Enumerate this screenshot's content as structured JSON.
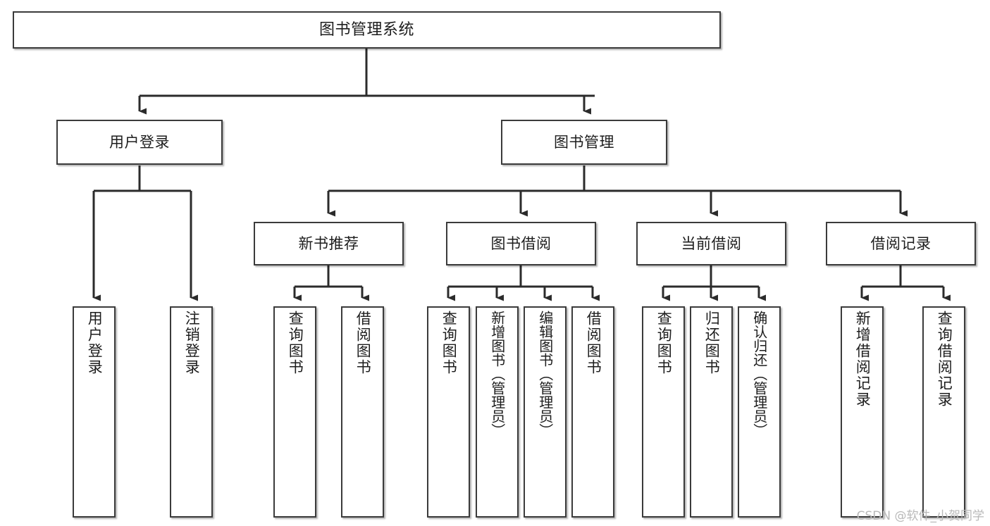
{
  "diagram": {
    "title": "图书管理系统",
    "type": "tree-hierarchy",
    "watermark": "CSDN @软件_小贺同学",
    "colors": {
      "box_border": "#3b3b3b",
      "box_fill": "#ffffff",
      "connector": "#2b2b2b",
      "text": "#1d1d1d",
      "watermark": "#b9b9b9"
    },
    "root": {
      "label": "图书管理系统"
    },
    "level1": [
      {
        "label": "用户登录"
      },
      {
        "label": "图书管理"
      }
    ],
    "level2": [
      {
        "label": "新书推荐"
      },
      {
        "label": "图书借阅"
      },
      {
        "label": "当前借阅"
      },
      {
        "label": "借阅记录"
      }
    ],
    "leaves": {
      "user_login": [
        {
          "label": "用户登录"
        },
        {
          "label": "注销登录"
        }
      ],
      "new_book_recommend": [
        {
          "label": "查询图书"
        },
        {
          "label": "借阅图书"
        }
      ],
      "book_borrow": [
        {
          "label": "查询图书"
        },
        {
          "label": "新增图书（管理员）"
        },
        {
          "label": "编辑图书（管理员）"
        },
        {
          "label": "借阅图书"
        }
      ],
      "current_borrow": [
        {
          "label": "查询图书"
        },
        {
          "label": "归还图书"
        },
        {
          "label": "确认归还（管理员）"
        }
      ],
      "borrow_record": [
        {
          "label": "新增借阅记录"
        },
        {
          "label": "查询借阅记录"
        }
      ]
    }
  }
}
